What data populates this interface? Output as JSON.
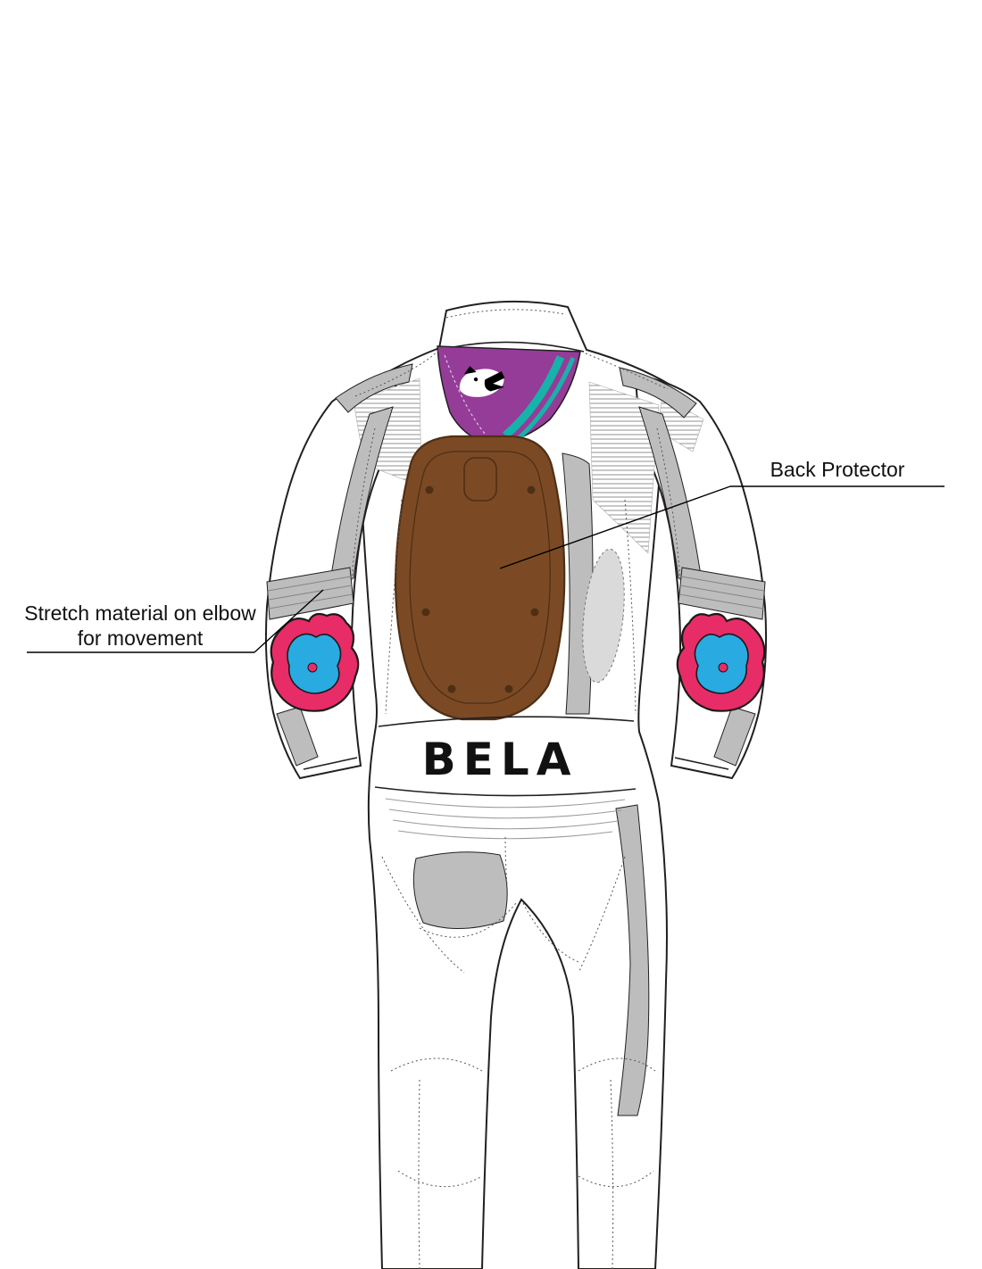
{
  "annotations": {
    "back_protector": {
      "label": "Back Protector"
    },
    "stretch_elbow": {
      "line1": "Stretch material on elbow",
      "line2": "for movement"
    }
  },
  "brand": {
    "logo_text": "BELA"
  },
  "icons": {
    "back_panel_logo": "panther-head-icon"
  },
  "colors": {
    "background": "#ffffff",
    "outline": "#231f20",
    "panel_purple": "#953c99",
    "stripe_teal": "#16b3aa",
    "protector_brown": "#7b4a25",
    "protector_line": "#4f2f14",
    "pad_pink": "#e82c68",
    "pad_blue": "#29abe2",
    "accent_gray": "#bdbdbd",
    "accent_gray_light": "#dadada",
    "annotation_line": "#000000"
  }
}
